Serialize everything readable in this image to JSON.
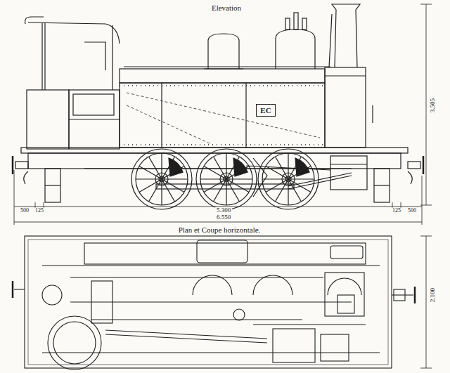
{
  "diagram": {
    "nodes": [
      {
        "text": [
          "EC"
        ]
      }
    ],
    "labels": [
      "Elevation",
      "3.505",
      "500",
      "125",
      "5.300",
      "125",
      "500",
      "6.550",
      "Plan et Coupe horizontale.",
      "2.100"
    ]
  }
}
